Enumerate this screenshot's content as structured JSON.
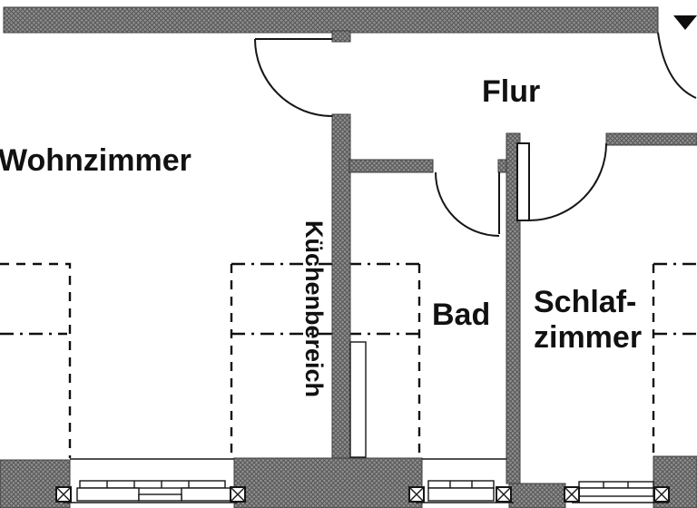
{
  "plan": {
    "type": "floorplan",
    "rooms": {
      "wohnzimmer": "Wohnzimmer",
      "flur": "Flur",
      "kuechenbereich": "Küchenbereich",
      "bad": "Bad",
      "schlafzimmer_line1": "Schlaf-",
      "schlafzimmer_line2": "zimmer"
    },
    "icons": {
      "entrance_marker": "filled-triangle-down"
    }
  },
  "colors": {
    "wall_base": "#8f8f8f",
    "wall_hatch": "#565656",
    "line": "#161616",
    "entrance_marker": "#0d0d0d",
    "background": "#ffffff"
  }
}
